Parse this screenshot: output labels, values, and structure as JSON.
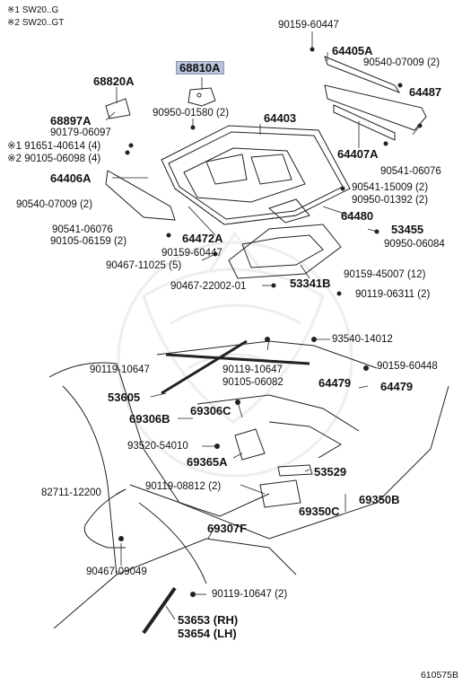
{
  "notes": [
    "※1 SW20..G",
    "※2 SW20..GT"
  ],
  "diagram_id": "610575B",
  "highlighted_part": "68810A",
  "labels": [
    "90159-60447",
    "64405A",
    "90540-07009 (2)",
    "68810A",
    "64487",
    "68820A",
    "90950-01580 (2)",
    "64403",
    "68897A",
    "90179-06097",
    "※1 91651-40614 (4)",
    "※2 90105-06098 (4)",
    "64407A",
    "90541-06076",
    "64406A",
    "90541-15009 (2)",
    "90950-01392 (2)",
    "90540-07009 (2)",
    "64480",
    "90541-06076",
    "53455",
    "90105-06159 (2)",
    "64472A",
    "90950-06084",
    "90159-60447",
    "90467-11025 (5)",
    "90159-45007 (12)",
    "90467-22002-01",
    "53341B",
    "90119-06311 (2)",
    "93540-14012",
    "90119-10647",
    "90119-10647",
    "90159-60448",
    "90105-06082",
    "64479",
    "64479",
    "53605",
    "69306C",
    "69306B",
    "93520-54010",
    "69365A",
    "53529",
    "82711-12200",
    "90119-08812 (2)",
    "69350B",
    "69350C",
    "69307F",
    "90467-09049",
    "90119-10647 (2)",
    "53653 (RH)",
    "53654 (LH)"
  ]
}
